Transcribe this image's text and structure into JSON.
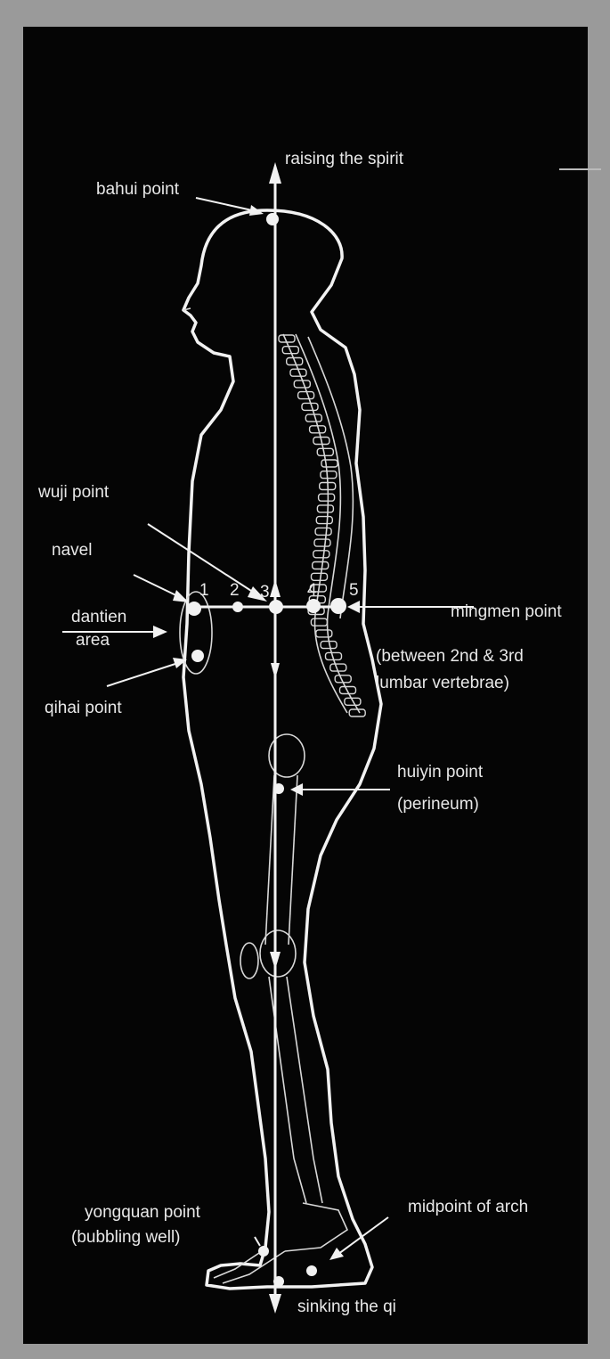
{
  "labels": {
    "raising": "raising the spirit",
    "bahui": "bahui point",
    "wuji": "wuji point",
    "navel": "navel",
    "dantien1": "dantien",
    "dantien2": "area",
    "qihai": "qihai point",
    "mingmen": "mingmen point",
    "mingmen_note1": "(between 2nd & 3rd",
    "mingmen_note2": "lumbar vertebrae)",
    "huiyin": "huiyin point",
    "perineum": "(perineum)",
    "yongquan": "yongquan point",
    "bubbling": "(bubbling well)",
    "arch": "midpoint of arch",
    "sinking": "sinking the qi"
  },
  "numbers": [
    "1",
    "2",
    "3",
    "4",
    "5"
  ],
  "colors": {
    "background": "#000000",
    "foreground": "#f2f2f2",
    "border": "#9a9a9a"
  }
}
